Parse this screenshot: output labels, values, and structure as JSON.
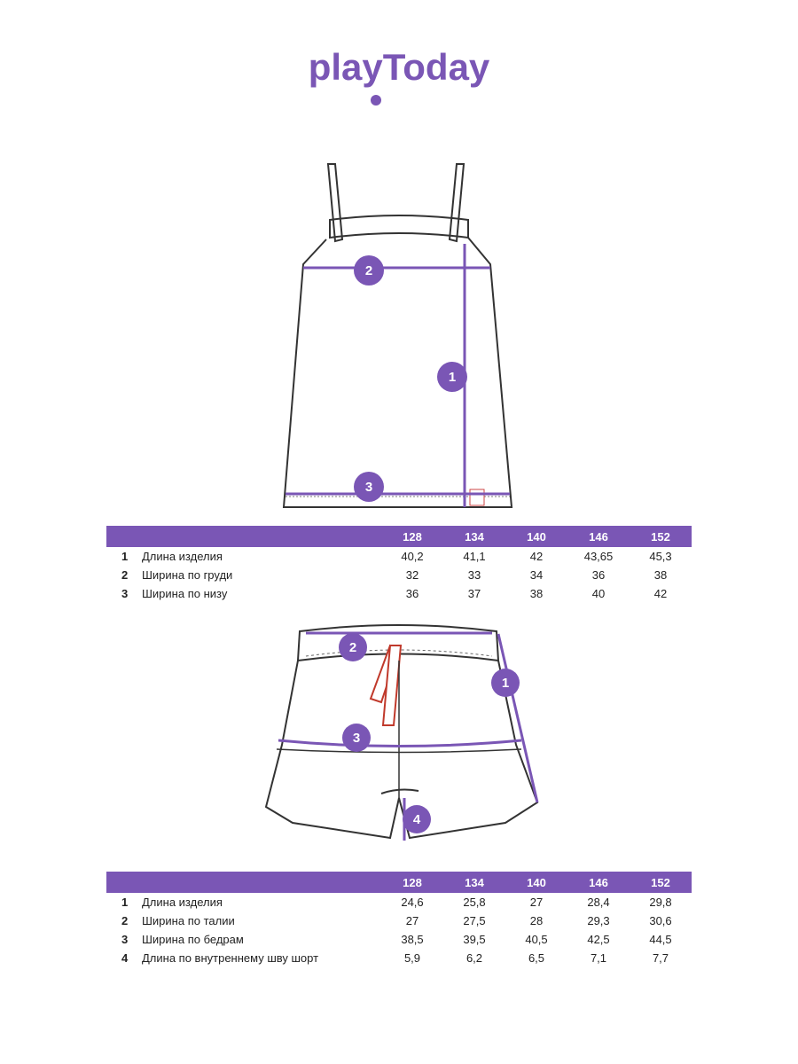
{
  "brand": {
    "logo_text": "playToday",
    "color": "#7a56b5"
  },
  "markers": {
    "top": [
      "2",
      "1",
      "3"
    ],
    "shorts": [
      "2",
      "1",
      "3",
      "4"
    ]
  },
  "top_table": {
    "sizes": [
      "128",
      "134",
      "140",
      "146",
      "152"
    ],
    "rows": [
      {
        "num": "1",
        "label": "Длина изделия",
        "values": [
          "40,2",
          "41,1",
          "42",
          "43,65",
          "45,3"
        ]
      },
      {
        "num": "2",
        "label": "Ширина по груди",
        "values": [
          "32",
          "33",
          "34",
          "36",
          "38"
        ]
      },
      {
        "num": "3",
        "label": "Ширина по низу",
        "values": [
          "36",
          "37",
          "38",
          "40",
          "42"
        ]
      }
    ]
  },
  "shorts_table": {
    "sizes": [
      "128",
      "134",
      "140",
      "146",
      "152"
    ],
    "rows": [
      {
        "num": "1",
        "label": "Длина изделия",
        "values": [
          "24,6",
          "25,8",
          "27",
          "28,4",
          "29,8"
        ]
      },
      {
        "num": "2",
        "label": "Ширина по талии",
        "values": [
          "27",
          "27,5",
          "28",
          "29,3",
          "30,6"
        ]
      },
      {
        "num": "3",
        "label": "Ширина по бедрам",
        "values": [
          "38,5",
          "39,5",
          "40,5",
          "42,5",
          "44,5"
        ]
      },
      {
        "num": "4",
        "label": "Длина по внутреннему шву шорт",
        "values": [
          "5,9",
          "6,2",
          "6,5",
          "7,1",
          "7,7"
        ]
      }
    ]
  }
}
